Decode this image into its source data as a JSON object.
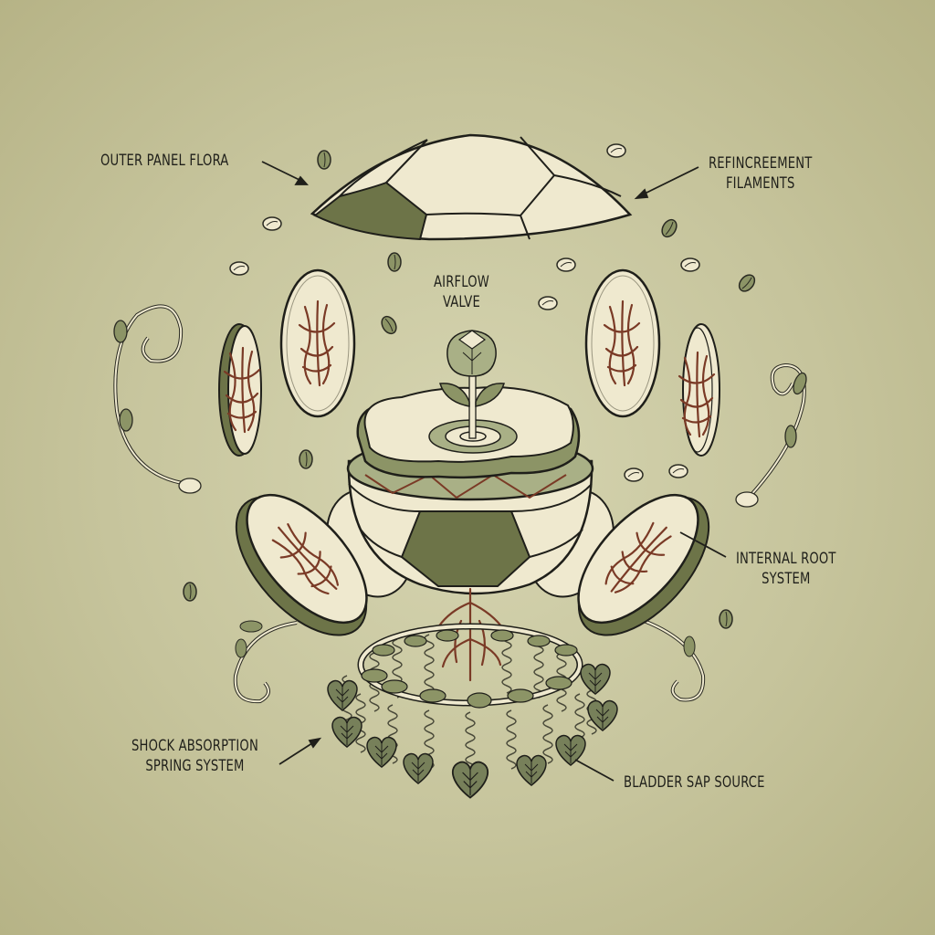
{
  "diagram": {
    "subject": "Exploded botanical soccer-ball planter",
    "palette": {
      "background": "#c9c7a0",
      "cream": "#efe9cf",
      "olive_dark": "#6d7448",
      "olive_mid": "#8c9466",
      "olive_light": "#a9b086",
      "root": "#7a3a26",
      "ink": "#1f1f1a"
    },
    "labels": {
      "outer_panel_flora": {
        "lines": [
          "OUTER PANEL FLORA"
        ]
      },
      "refincreement_filaments": {
        "lines": [
          "REFINCREEMENT",
          "FILAMENTS"
        ]
      },
      "airflow_valve": {
        "lines": [
          "AIRFLOW",
          "VALVE"
        ]
      },
      "internal_root_system": {
        "lines": [
          "INTERNAL ROOT",
          "SYSTEM"
        ]
      },
      "shock_absorption_spring_system": {
        "lines": [
          "SHOCK ABSORPTION",
          "SPRING SYSTEM"
        ]
      },
      "bladder_sap_source": {
        "lines": [
          "BLADDER SAP SOURCE"
        ]
      }
    },
    "components": [
      {
        "id": "top-dome",
        "label": "outer_panel_flora"
      },
      {
        "id": "side-panels",
        "count": 6
      },
      {
        "id": "central-bowl"
      },
      {
        "id": "lid-with-sprout",
        "label": "airflow_valve"
      },
      {
        "id": "spring-ring",
        "label": "shock_absorption_spring_system",
        "springs": 12
      },
      {
        "id": "heart-leaves",
        "label": "bladder_sap_source"
      },
      {
        "id": "tendrils",
        "count": 4
      }
    ]
  }
}
